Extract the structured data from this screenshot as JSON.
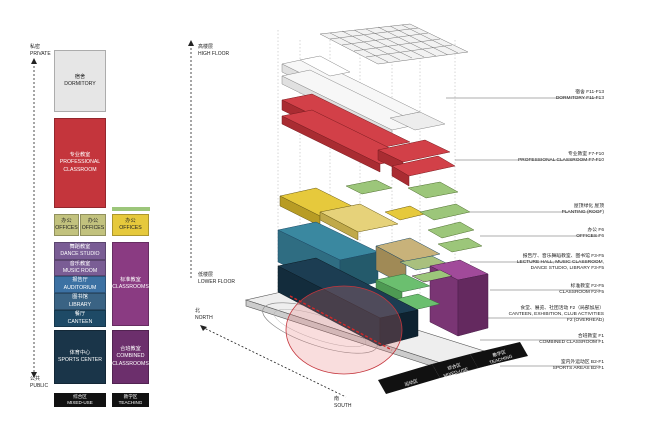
{
  "left_axis": {
    "top_cn": "私密",
    "top_en": "PRIVATE",
    "bottom_cn": "公共",
    "bottom_en": "PUBLIC"
  },
  "bars": {
    "dormitory": {
      "cn": "宿舍",
      "en": "DORMITORY",
      "color": "#e6e6e6"
    },
    "professional": {
      "cn": "专业教室",
      "en1": "PROFESSIONAL",
      "en2": "CLASSROOM",
      "color": "#c4353c"
    },
    "offices_a": {
      "cn": "办公",
      "en": "OFFICES",
      "color": "#c2c27e"
    },
    "offices_b": {
      "cn": "办公",
      "en": "OFFICES",
      "color": "#c2c27e"
    },
    "dance": {
      "cn": "舞蹈教室",
      "en": "DANCE STUDIO",
      "color": "#7a5d95"
    },
    "music": {
      "cn": "音乐教室",
      "en": "MUSIC ROOM",
      "color": "#7a5d95"
    },
    "auditorium": {
      "cn": "报告厅",
      "en": "AUDITORIUM",
      "color": "#3c71a3"
    },
    "library": {
      "cn": "图书馆",
      "en": "LIBRARY",
      "color": "#3a6384"
    },
    "canteen": {
      "cn": "餐厅",
      "en": "CANTEEN",
      "color": "#1e4a66"
    },
    "sports": {
      "cn": "体育中心",
      "en": "SPORTS CENTER",
      "color": "#1a3549"
    },
    "right_offices": {
      "cn": "办公",
      "en": "OFFICES",
      "color": "#e6c93c"
    },
    "standard": {
      "cn": "标准教室",
      "en": "CLASSROOMS",
      "color": "#8a3b82"
    },
    "combined": {
      "cn": "合班教室",
      "en1": "COMBINED",
      "en2": "CLASSROOMS",
      "color": "#6c2f6c"
    },
    "green_strip_color": "#9cc67a"
  },
  "bottom_tags": {
    "mixed": {
      "cn": "综合区",
      "en": "MIXED-USE"
    },
    "teaching": {
      "cn": "教学区",
      "en": "TEACHING"
    }
  },
  "iso_axis": {
    "high_cn": "高楼层",
    "high_en": "HIGH FLOOR",
    "low_cn": "低楼层",
    "low_en": "LOWER FLOOR",
    "north_cn": "北",
    "north_en": "NORTH",
    "south_cn": "南",
    "south_en": "SOUTH"
  },
  "annotations": [
    {
      "cn": "宿舍  F11-F13",
      "en": "DORMITORY  F11-F13"
    },
    {
      "cn": "专业教室  F7-F10",
      "en": "PROFESSIONAL CLASSROOM  F7-F10"
    },
    {
      "cn": "屋顶绿化  屋顶",
      "en": "PLANTING  (ROOF)"
    },
    {
      "cn": "办公  F6",
      "en": "OFFICES  F6"
    },
    {
      "cn": "报告厅、音乐舞蹈教室、图书馆  F3-F5",
      "en1": "LECTURE HALL, MUSIC CLASSROOM,",
      "en2": "DANCE STUDIO, LIBRARY  F3-F5"
    },
    {
      "cn": "标准教室  F2-F5",
      "en": "CLASSROOM  F2-F5"
    },
    {
      "cn": "食堂、展览、社团活动  F2（局部加层）",
      "en1": "CANTEEN, EXHIBITION, CLUB ACTIVITIES",
      "en2": "F2 (OVERHEAD)"
    },
    {
      "cn": "合班教室  F1",
      "en": "COMBINED CLASSROOM  F1"
    },
    {
      "cn": "室内外运动区  B2-F1",
      "en": "SPORTS AREAS  B2-F1"
    }
  ],
  "iso_tags": {
    "sports": {
      "cn": "运动区",
      "en": "SPORTS AREA"
    },
    "mixed": {
      "cn": "综合区",
      "en": "MIXED-USE"
    },
    "teaching": {
      "cn": "教学区",
      "en": "TEACHING"
    }
  }
}
